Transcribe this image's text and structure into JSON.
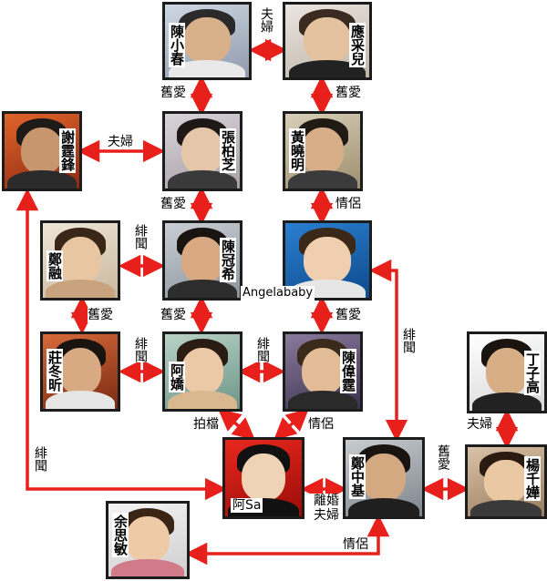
{
  "nodes": {
    "chan_siu_chun": {
      "name": "陳小春"
    },
    "ying_choi_yee": {
      "name": "應采兒"
    },
    "nicholas_tse": {
      "name": "謝霆鋒"
    },
    "cecilia_cheung": {
      "name": "張柏芝"
    },
    "huang_xiaoming": {
      "name": "黃曉明"
    },
    "theresa_fu": {
      "name": "鄭融"
    },
    "edison_chen": {
      "name": "陳冠希"
    },
    "angelababy": {
      "name": "Angelababy"
    },
    "chong_tung_yan": {
      "name": "莊冬昕"
    },
    "gillian_chung": {
      "name": "阿嬌"
    },
    "william_chan": {
      "name": "陳偉霆"
    },
    "ding_zigao": {
      "name": "丁子高"
    },
    "charlene_choi": {
      "name": "阿Sa"
    },
    "patrick_tang": {
      "name": "鄭中基"
    },
    "miriam_yeung": {
      "name": "楊千嬅"
    },
    "yu_si_min": {
      "name": "余思敏"
    }
  },
  "relations": {
    "r1": "夫婦",
    "r2": "舊愛",
    "r3": "舊愛",
    "r4": "夫婦",
    "r5": "舊愛",
    "r6": "情侶",
    "r7": "緋聞",
    "r8": "舊愛",
    "r9": "舊愛",
    "r10": "舊愛",
    "r11": "緋聞",
    "r12": "緋聞",
    "r13": "緋聞",
    "r14": "拍檔",
    "r15": "情侶",
    "r16": "夫婦",
    "r17": "離婚夫婦",
    "r18": "舊愛",
    "r19": "緋聞",
    "r20": "情侶"
  },
  "colors": {
    "arrow": "#e8201c",
    "border": "#1c1c1c",
    "label_bg": "#ffffff"
  }
}
